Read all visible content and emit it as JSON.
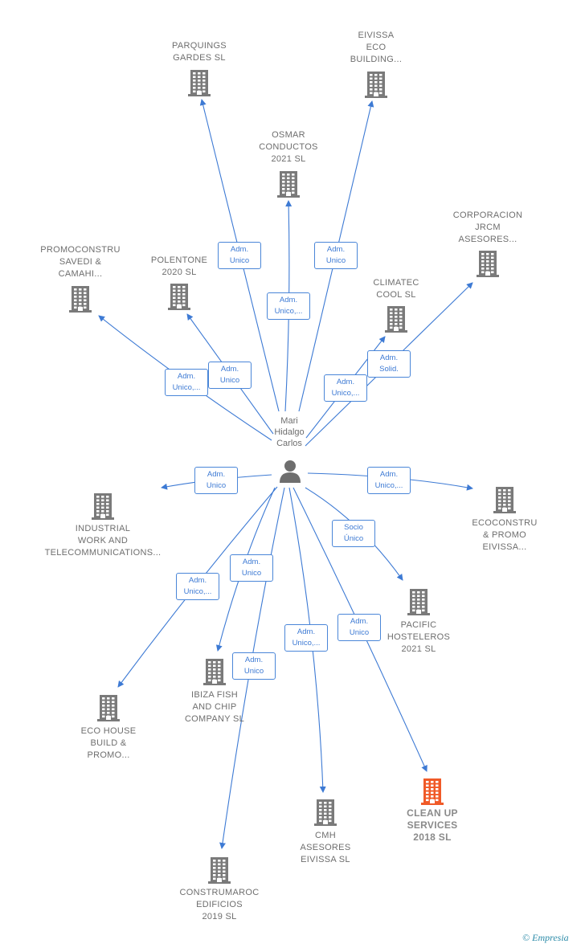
{
  "center": {
    "name": "Mari\nHidalgo\nCarlos"
  },
  "colors": {
    "edge": "#3d7ad4",
    "building": "#7a7a7a",
    "highlight": "#f05a28"
  },
  "nodes": [
    {
      "id": "parquings",
      "name": "PARQUINGS\nGARDES SL",
      "highlight": false
    },
    {
      "id": "eivissa-eco",
      "name": "EIVISSA\nECO\nBUILDING...",
      "highlight": false
    },
    {
      "id": "osmar",
      "name": "OSMAR\nCONDUCTOS\n2021 SL",
      "highlight": false
    },
    {
      "id": "corporacion",
      "name": "CORPORACION\nJRCM\nASESORES...",
      "highlight": false
    },
    {
      "id": "promoconstru",
      "name": "PROMOCONSTRU\nSAVEDI &\nCAMAHI...",
      "highlight": false
    },
    {
      "id": "polentone",
      "name": "POLENTONE\n2020 SL",
      "highlight": false
    },
    {
      "id": "climatec",
      "name": "CLIMATEC\nCOOL SL",
      "highlight": false
    },
    {
      "id": "industrial",
      "name": "INDUSTRIAL\nWORK AND\nTELECOMMUNICATIONS...",
      "highlight": false
    },
    {
      "id": "ecoconstru",
      "name": "ECOCONSTRU\n& PROMO\nEIVISSA...",
      "highlight": false
    },
    {
      "id": "pacific",
      "name": "PACIFIC\nHOSTELEROS\n2021 SL",
      "highlight": false
    },
    {
      "id": "ibiza-fish",
      "name": "IBIZA FISH\nAND CHIP\nCOMPANY SL",
      "highlight": false
    },
    {
      "id": "eco-house",
      "name": "ECO HOUSE\nBUILD &\nPROMO...",
      "highlight": false
    },
    {
      "id": "clean-up",
      "name": "CLEAN UP\nSERVICES\n2018 SL",
      "highlight": true
    },
    {
      "id": "cmh",
      "name": "CMH\nASESORES\nEIVISSA SL",
      "highlight": false
    },
    {
      "id": "construmaroc",
      "name": "CONSTRUMAROC\nEDIFICIOS\n2019 SL",
      "highlight": false
    }
  ],
  "edges": [
    {
      "to": "parquings",
      "label": "Adm.\nUnico"
    },
    {
      "to": "eivissa-eco",
      "label": "Adm.\nUnico"
    },
    {
      "to": "osmar",
      "label": "Adm.\nUnico,..."
    },
    {
      "to": "corporacion",
      "label": "Adm.\nSolid."
    },
    {
      "to": "promoconstru",
      "label": "Adm.\nUnico,..."
    },
    {
      "to": "polentone",
      "label": "Adm.\nUnico"
    },
    {
      "to": "climatec",
      "label": "Adm.\nUnico,..."
    },
    {
      "to": "industrial",
      "label": "Adm.\nUnico"
    },
    {
      "to": "ecoconstru",
      "label": "Adm.\nUnico,..."
    },
    {
      "to": "pacific",
      "label": "Socio\nÚnico"
    },
    {
      "to": "ibiza-fish",
      "label": "Adm.\nUnico"
    },
    {
      "to": "eco-house",
      "label": "Adm.\nUnico,..."
    },
    {
      "to": "clean-up",
      "label": "Adm.\nUnico"
    },
    {
      "to": "cmh",
      "label": "Adm.\nUnico,..."
    },
    {
      "to": "construmaroc",
      "label": "Adm.\nUnico"
    }
  ],
  "footer": {
    "copyright": "©",
    "brand": "Empresia"
  }
}
